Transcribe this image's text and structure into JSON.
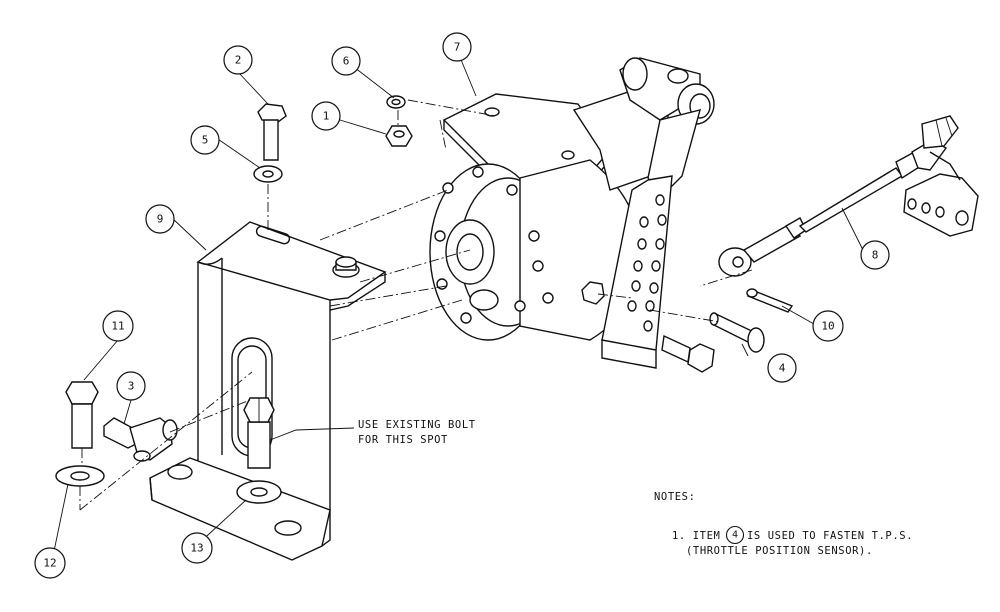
{
  "callouts": {
    "c1": "1",
    "c2": "2",
    "c3": "3",
    "c4": "4",
    "c5": "5",
    "c6": "6",
    "c7": "7",
    "c8": "8",
    "c9": "9",
    "c10": "10",
    "c11": "11",
    "c12": "12",
    "c13": "13"
  },
  "annotation": {
    "line1": "USE EXISTING BOLT",
    "line2": "FOR THIS SPOT"
  },
  "notes": {
    "heading": "NOTES:",
    "item_prefix": "1. ITEM",
    "item_ref": "4",
    "item_text": "IS USED TO FASTEN T.P.S.",
    "item_line2": "(THROTTLE POSITION SENSOR)."
  }
}
